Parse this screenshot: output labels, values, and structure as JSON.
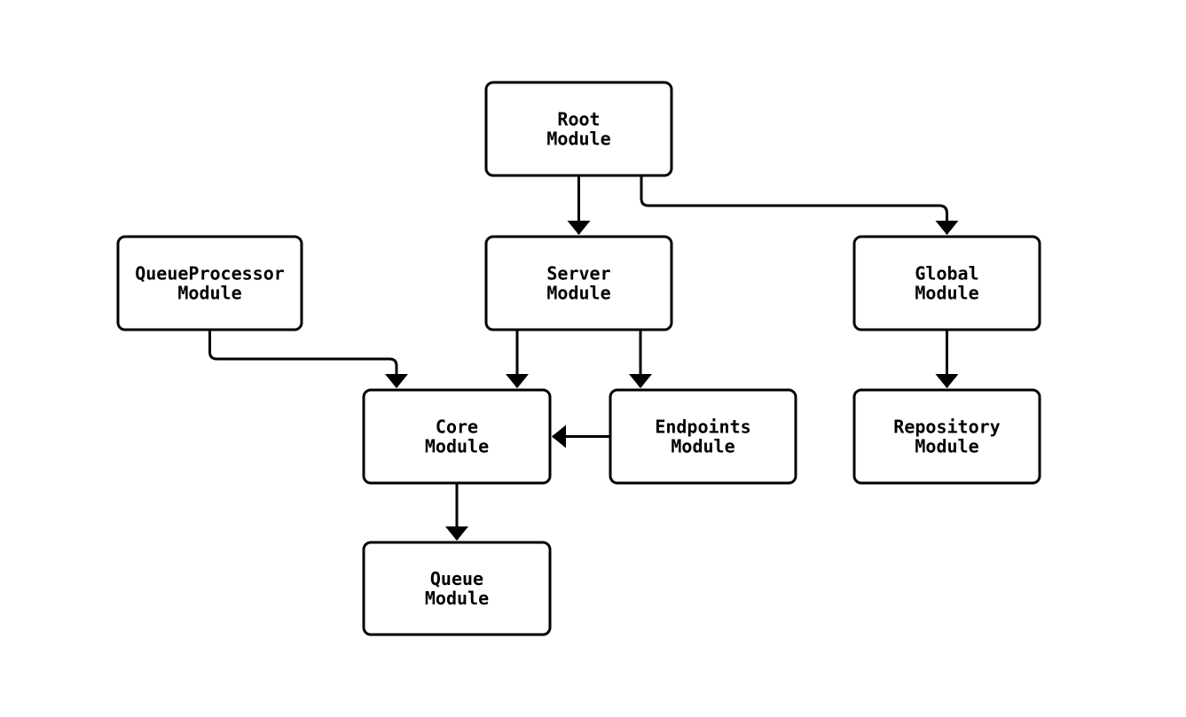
{
  "diagram": {
    "type": "module-dependency-flowchart",
    "nodes": {
      "root": {
        "line1": "Root",
        "line2": "Module"
      },
      "queueProcessor": {
        "line1": "QueueProcessor",
        "line2": "Module"
      },
      "server": {
        "line1": "Server",
        "line2": "Module"
      },
      "global": {
        "line1": "Global",
        "line2": "Module"
      },
      "core": {
        "line1": "Core",
        "line2": "Module"
      },
      "endpoints": {
        "line1": "Endpoints",
        "line2": "Module"
      },
      "repository": {
        "line1": "Repository",
        "line2": "Module"
      },
      "queue": {
        "line1": "Queue",
        "line2": "Module"
      }
    },
    "edges": [
      {
        "from": "Root Module",
        "to": "Server Module"
      },
      {
        "from": "Root Module",
        "to": "Global Module"
      },
      {
        "from": "QueueProcessor Module",
        "to": "Core Module"
      },
      {
        "from": "Server Module",
        "to": "Core Module"
      },
      {
        "from": "Server Module",
        "to": "Endpoints Module"
      },
      {
        "from": "Endpoints Module",
        "to": "Core Module"
      },
      {
        "from": "Global Module",
        "to": "Repository Module"
      },
      {
        "from": "Core Module",
        "to": "Queue Module"
      }
    ],
    "colors": {
      "background": "#ffffff",
      "node_fill": "#ffffff",
      "stroke": "#000000",
      "text": "#000000"
    }
  }
}
